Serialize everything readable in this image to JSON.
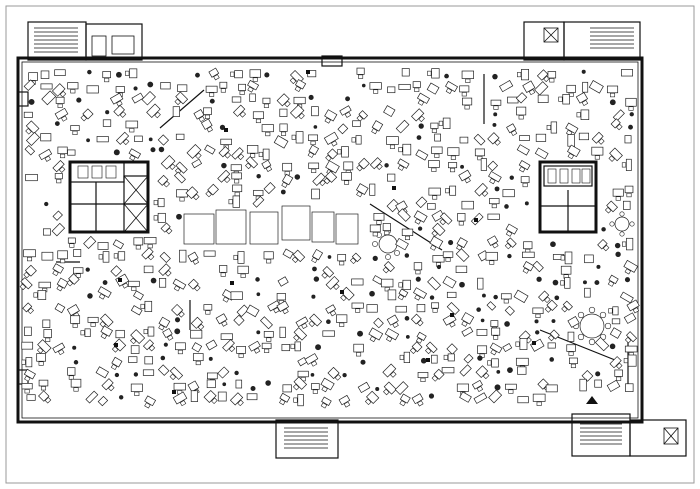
{
  "drawing": {
    "type": "office floor plan",
    "labels": [],
    "colors": {
      "ink": "#111111",
      "paper": "#ffffff",
      "frame": "#9a9a9a"
    },
    "features": {
      "stair_cores": 5,
      "service_cores": 2,
      "round_meeting_tables": 2,
      "north_arrow_icon": "triangle-icon"
    }
  }
}
